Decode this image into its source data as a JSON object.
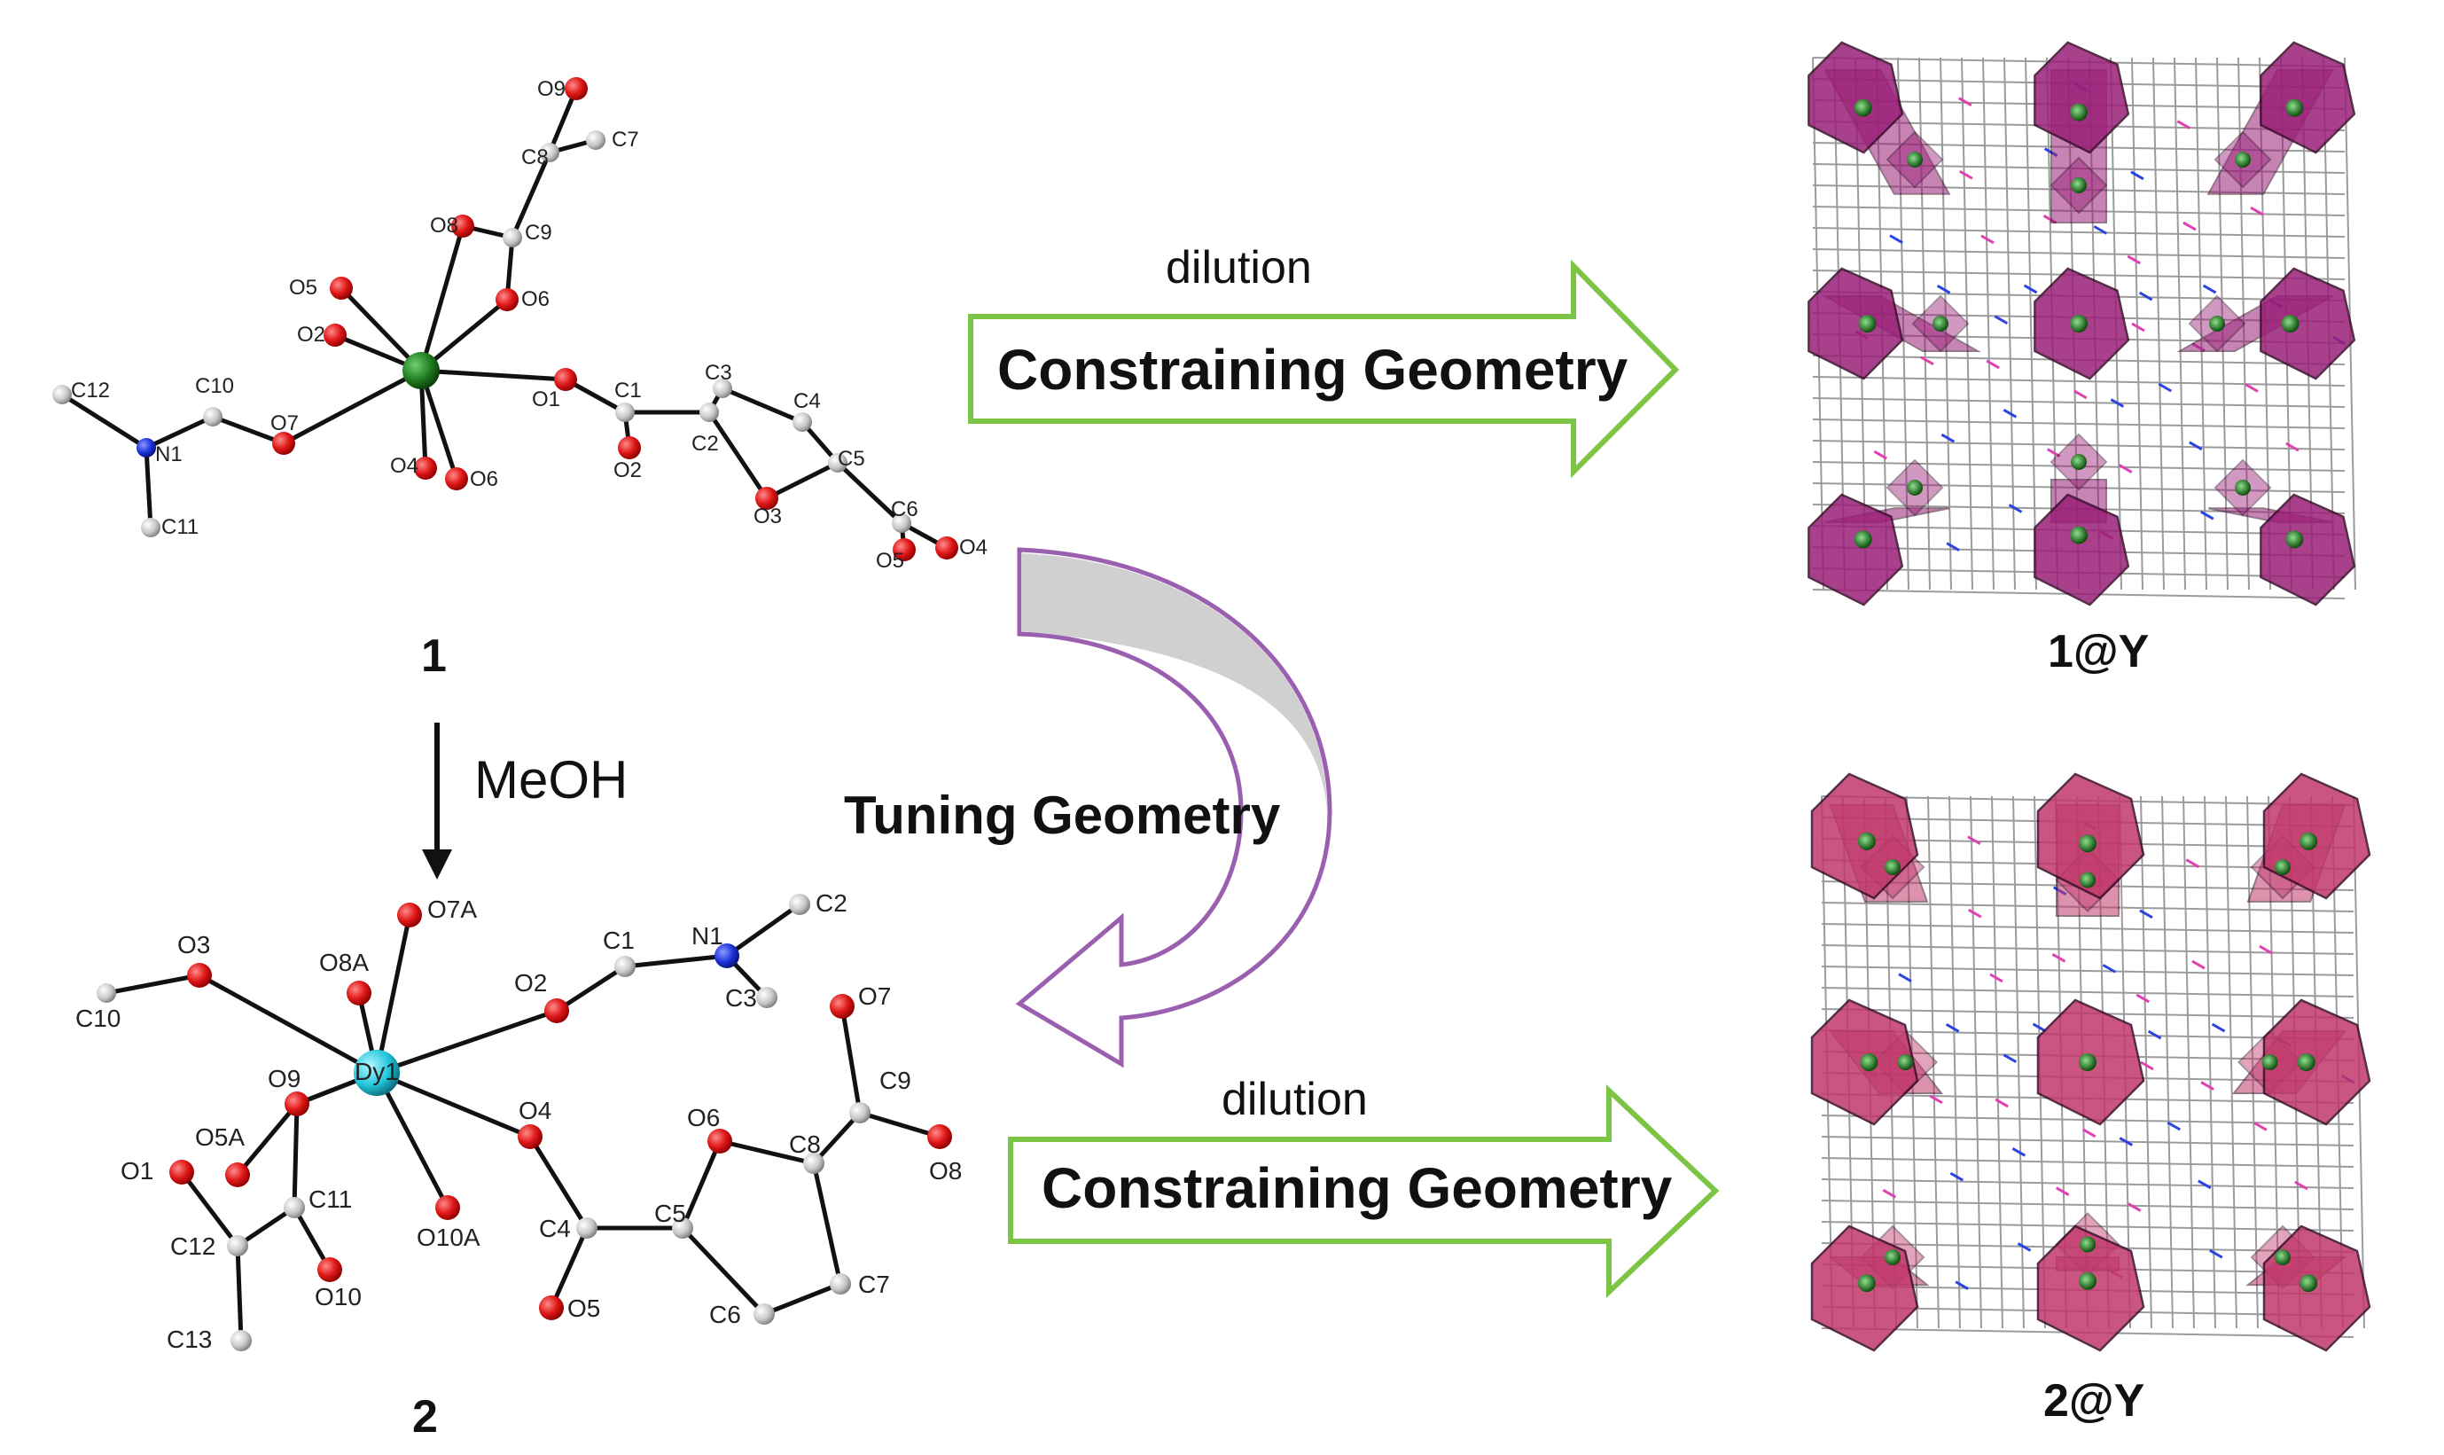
{
  "compounds": {
    "c1": "1",
    "c2": "2",
    "c1y": "1@Y",
    "c2y": "2@Y"
  },
  "transform": {
    "meoh": "MeOH",
    "tuning": "Tuning Geometry"
  },
  "dilution_top": {
    "label": "dilution",
    "arrow_text": "Constraining Geometry"
  },
  "dilution_bottom": {
    "label": "dilution",
    "arrow_text": "Constraining Geometry"
  },
  "atoms1": {
    "c12": "C12",
    "c10": "C10",
    "n1": "N1",
    "c11": "C11",
    "o7": "O7",
    "o5": "O5",
    "o2": "O2",
    "o8": "O8",
    "c9": "C9",
    "o6a": "O6",
    "c8": "C8",
    "c7": "C7",
    "o9": "O9",
    "o1": "O1",
    "c1": "C1",
    "o2b": "O2",
    "c2": "C2",
    "c3": "C3",
    "c4": "C4",
    "c5": "C5",
    "o3": "O3",
    "c6": "C6",
    "o5b": "O5",
    "o4b": "O4",
    "o4": "O4",
    "o6": "O6"
  },
  "atoms2": {
    "o3": "O3",
    "c10": "C10",
    "o8a": "O8A",
    "o7a": "O7A",
    "dy1": "Dy1",
    "o9": "O9",
    "o5a": "O5A",
    "o1": "O1",
    "c11": "C11",
    "c12": "C12",
    "o10": "O10",
    "c13": "C13",
    "o10a": "O10A",
    "o2": "O2",
    "c1": "C1",
    "n1": "N1",
    "c2": "C2",
    "c3": "C3",
    "o4": "O4",
    "c4": "C4",
    "o5": "O5",
    "c5": "C5",
    "o6": "O6",
    "c6": "C6",
    "c8": "C8",
    "c7": "C7",
    "c9": "C9",
    "o7": "O7",
    "o8": "O8"
  },
  "colors": {
    "oxygen": "#e01818",
    "carbon": "#c8c8c8",
    "nitrogen": "#1a2fd8",
    "metal1": "#1f7a1f",
    "metal2": "#22c8dc",
    "arrow_green": "#7cc444",
    "arrow_purple": "#9b5fb0",
    "arrow_fill": "#d0d0d0",
    "poly1": "#9a1f78",
    "poly2": "#c0386a"
  }
}
